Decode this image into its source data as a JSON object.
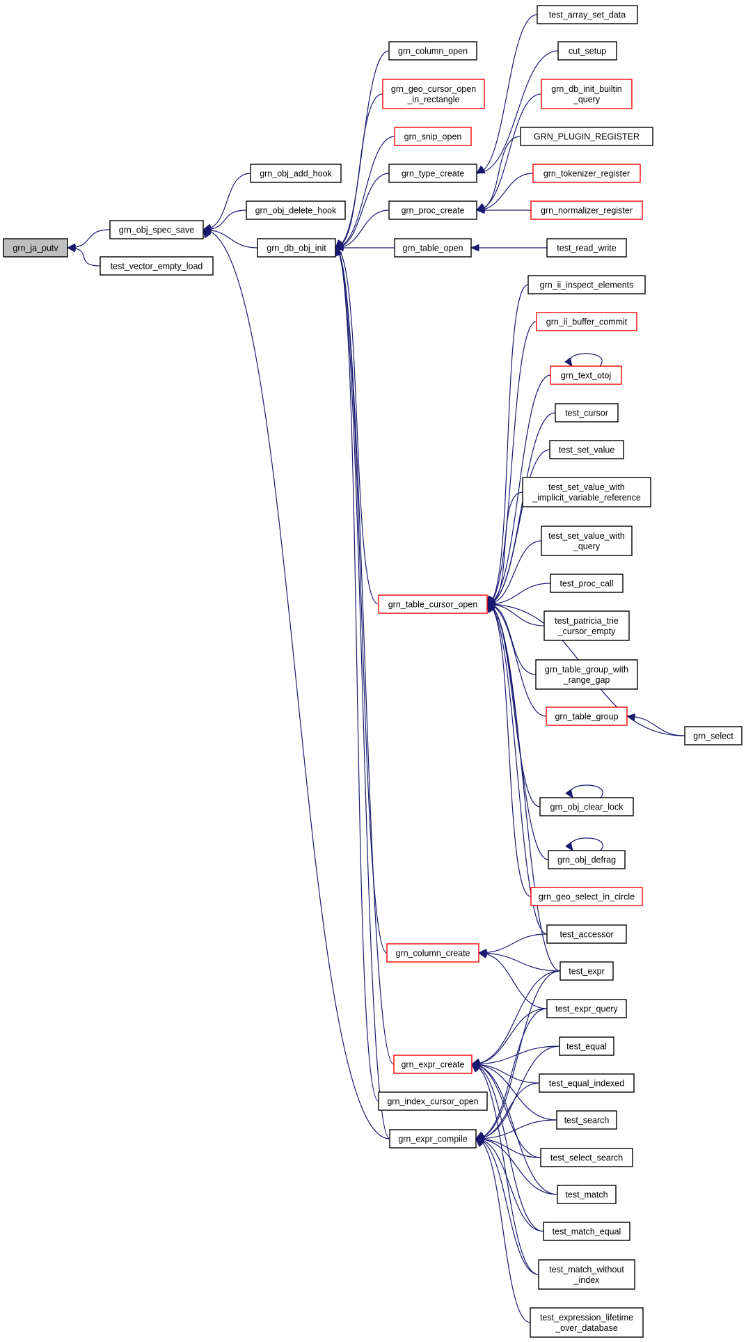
{
  "colors": {
    "edge": "#191970",
    "node_border": "#000000",
    "highlight_border": "#ff0000",
    "root_fill": "#bfbfbf"
  },
  "nodes": [
    {
      "id": "grn_ja_putv",
      "lines": [
        "grn_ja_putv"
      ],
      "style": "root"
    },
    {
      "id": "grn_obj_spec_save",
      "lines": [
        "grn_obj_spec_save"
      ]
    },
    {
      "id": "test_vector_empty_load",
      "lines": [
        "test_vector_empty_load"
      ]
    },
    {
      "id": "grn_obj_add_hook",
      "lines": [
        "grn_obj_add_hook"
      ]
    },
    {
      "id": "grn_obj_delete_hook",
      "lines": [
        "grn_obj_delete_hook"
      ]
    },
    {
      "id": "grn_db_obj_init",
      "lines": [
        "grn_db_obj_init"
      ]
    },
    {
      "id": "grn_column_open",
      "lines": [
        "grn_column_open"
      ]
    },
    {
      "id": "grn_geo_cursor_open_in_rectangle",
      "lines": [
        "grn_geo_cursor_open",
        "_in_rectangle"
      ],
      "style": "red"
    },
    {
      "id": "grn_snip_open",
      "lines": [
        "grn_snip_open"
      ],
      "style": "red"
    },
    {
      "id": "grn_type_create",
      "lines": [
        "grn_type_create"
      ]
    },
    {
      "id": "grn_proc_create",
      "lines": [
        "grn_proc_create"
      ]
    },
    {
      "id": "grn_table_open",
      "lines": [
        "grn_table_open"
      ]
    },
    {
      "id": "test_array_set_data",
      "lines": [
        "test_array_set_data"
      ]
    },
    {
      "id": "cut_setup",
      "lines": [
        "cut_setup"
      ]
    },
    {
      "id": "grn_db_init_builtin_query",
      "lines": [
        "grn_db_init_builtin",
        "_query"
      ],
      "style": "red"
    },
    {
      "id": "GRN_PLUGIN_REGISTER",
      "lines": [
        "GRN_PLUGIN_REGISTER"
      ]
    },
    {
      "id": "grn_tokenizer_register",
      "lines": [
        "grn_tokenizer_register"
      ],
      "style": "red"
    },
    {
      "id": "grn_normalizer_register",
      "lines": [
        "grn_normalizer_register"
      ],
      "style": "red"
    },
    {
      "id": "test_read_write",
      "lines": [
        "test_read_write"
      ]
    },
    {
      "id": "grn_ii_inspect_elements",
      "lines": [
        "grn_ii_inspect_elements"
      ]
    },
    {
      "id": "grn_ii_buffer_commit",
      "lines": [
        "grn_ii_buffer_commit"
      ],
      "style": "red"
    },
    {
      "id": "grn_text_otoj",
      "lines": [
        "grn_text_otoj"
      ],
      "style": "red"
    },
    {
      "id": "test_cursor",
      "lines": [
        "test_cursor"
      ]
    },
    {
      "id": "test_set_value",
      "lines": [
        "test_set_value"
      ]
    },
    {
      "id": "test_set_value_with_implicit",
      "lines": [
        "test_set_value_with",
        "_implicit_variable_reference"
      ]
    },
    {
      "id": "test_set_value_with_query",
      "lines": [
        "test_set_value_with",
        "_query"
      ]
    },
    {
      "id": "grn_table_cursor_open",
      "lines": [
        "grn_table_cursor_open"
      ],
      "style": "red"
    },
    {
      "id": "test_proc_call",
      "lines": [
        "test_proc_call"
      ]
    },
    {
      "id": "test_patricia_trie_cursor_empty",
      "lines": [
        "test_patricia_trie",
        "_cursor_empty"
      ]
    },
    {
      "id": "grn_table_group_with_range_gap",
      "lines": [
        "grn_table_group_with",
        "_range_gap"
      ]
    },
    {
      "id": "grn_table_group",
      "lines": [
        "grn_table_group"
      ],
      "style": "red"
    },
    {
      "id": "grn_select",
      "lines": [
        "grn_select"
      ]
    },
    {
      "id": "grn_obj_clear_lock",
      "lines": [
        "grn_obj_clear_lock"
      ]
    },
    {
      "id": "grn_obj_defrag",
      "lines": [
        "grn_obj_defrag"
      ]
    },
    {
      "id": "grn_geo_select_in_circle",
      "lines": [
        "grn_geo_select_in_circle"
      ],
      "style": "red"
    },
    {
      "id": "test_accessor",
      "lines": [
        "test_accessor"
      ]
    },
    {
      "id": "grn_column_create",
      "lines": [
        "grn_column_create"
      ],
      "style": "red"
    },
    {
      "id": "test_expr",
      "lines": [
        "test_expr"
      ]
    },
    {
      "id": "test_expr_query",
      "lines": [
        "test_expr_query"
      ]
    },
    {
      "id": "grn_expr_create",
      "lines": [
        "grn_expr_create"
      ],
      "style": "red"
    },
    {
      "id": "test_equal",
      "lines": [
        "test_equal"
      ]
    },
    {
      "id": "test_equal_indexed",
      "lines": [
        "test_equal_indexed"
      ]
    },
    {
      "id": "grn_index_cursor_open",
      "lines": [
        "grn_index_cursor_open"
      ]
    },
    {
      "id": "test_search",
      "lines": [
        "test_search"
      ]
    },
    {
      "id": "grn_expr_compile",
      "lines": [
        "grn_expr_compile"
      ]
    },
    {
      "id": "test_select_search",
      "lines": [
        "test_select_search"
      ]
    },
    {
      "id": "test_match",
      "lines": [
        "test_match"
      ]
    },
    {
      "id": "test_match_equal",
      "lines": [
        "test_match_equal"
      ]
    },
    {
      "id": "test_match_without_index",
      "lines": [
        "test_match_without",
        "_index"
      ]
    },
    {
      "id": "test_expression_lifetime_over_database",
      "lines": [
        "test_expression_lifetime",
        "_over_database"
      ]
    }
  ],
  "edges": [
    {
      "from": "grn_obj_spec_save",
      "to": "grn_ja_putv"
    },
    {
      "from": "test_vector_empty_load",
      "to": "grn_ja_putv"
    },
    {
      "from": "grn_obj_add_hook",
      "to": "grn_obj_spec_save"
    },
    {
      "from": "grn_obj_delete_hook",
      "to": "grn_obj_spec_save"
    },
    {
      "from": "grn_db_obj_init",
      "to": "grn_obj_spec_save"
    },
    {
      "from": "grn_expr_compile",
      "to": "grn_obj_spec_save"
    },
    {
      "from": "grn_column_open",
      "to": "grn_db_obj_init"
    },
    {
      "from": "grn_geo_cursor_open_in_rectangle",
      "to": "grn_db_obj_init"
    },
    {
      "from": "grn_snip_open",
      "to": "grn_db_obj_init"
    },
    {
      "from": "grn_type_create",
      "to": "grn_db_obj_init"
    },
    {
      "from": "grn_proc_create",
      "to": "grn_db_obj_init"
    },
    {
      "from": "grn_table_open",
      "to": "grn_db_obj_init"
    },
    {
      "from": "grn_table_cursor_open",
      "to": "grn_db_obj_init"
    },
    {
      "from": "grn_column_create",
      "to": "grn_db_obj_init"
    },
    {
      "from": "grn_expr_create",
      "to": "grn_db_obj_init"
    },
    {
      "from": "grn_index_cursor_open",
      "to": "grn_db_obj_init"
    },
    {
      "from": "grn_expr_compile",
      "to": "grn_db_obj_init"
    },
    {
      "from": "test_array_set_data",
      "to": "grn_type_create"
    },
    {
      "from": "cut_setup",
      "to": "grn_type_create"
    },
    {
      "from": "grn_db_init_builtin_query",
      "to": "grn_proc_create"
    },
    {
      "from": "GRN_PLUGIN_REGISTER",
      "to": "grn_proc_create"
    },
    {
      "from": "grn_tokenizer_register",
      "to": "grn_proc_create"
    },
    {
      "from": "grn_normalizer_register",
      "to": "grn_proc_create"
    },
    {
      "from": "test_read_write",
      "to": "grn_table_open"
    },
    {
      "from": "grn_ii_inspect_elements",
      "to": "grn_table_cursor_open"
    },
    {
      "from": "grn_ii_buffer_commit",
      "to": "grn_table_cursor_open"
    },
    {
      "from": "grn_text_otoj",
      "to": "grn_table_cursor_open"
    },
    {
      "from": "test_cursor",
      "to": "grn_table_cursor_open"
    },
    {
      "from": "test_set_value",
      "to": "grn_table_cursor_open"
    },
    {
      "from": "test_set_value_with_implicit",
      "to": "grn_table_cursor_open"
    },
    {
      "from": "test_set_value_with_query",
      "to": "grn_table_cursor_open"
    },
    {
      "from": "test_proc_call",
      "to": "grn_table_cursor_open"
    },
    {
      "from": "test_patricia_trie_cursor_empty",
      "to": "grn_table_cursor_open"
    },
    {
      "from": "grn_table_group_with_range_gap",
      "to": "grn_table_cursor_open"
    },
    {
      "from": "grn_table_group",
      "to": "grn_table_cursor_open"
    },
    {
      "from": "grn_select",
      "to": "grn_table_cursor_open"
    },
    {
      "from": "grn_obj_clear_lock",
      "to": "grn_table_cursor_open"
    },
    {
      "from": "grn_obj_defrag",
      "to": "grn_table_cursor_open"
    },
    {
      "from": "grn_geo_select_in_circle",
      "to": "grn_table_cursor_open"
    },
    {
      "from": "test_accessor",
      "to": "grn_table_cursor_open"
    },
    {
      "from": "test_expr",
      "to": "grn_table_cursor_open"
    },
    {
      "from": "grn_select",
      "to": "grn_table_group"
    },
    {
      "from": "grn_text_otoj",
      "to": "grn_text_otoj"
    },
    {
      "from": "grn_obj_clear_lock",
      "to": "grn_obj_clear_lock"
    },
    {
      "from": "grn_obj_defrag",
      "to": "grn_obj_defrag"
    },
    {
      "from": "test_accessor",
      "to": "grn_column_create"
    },
    {
      "from": "test_expr",
      "to": "grn_column_create"
    },
    {
      "from": "test_expr_query",
      "to": "grn_column_create"
    },
    {
      "from": "test_expr",
      "to": "grn_expr_create"
    },
    {
      "from": "test_expr_query",
      "to": "grn_expr_create"
    },
    {
      "from": "test_equal",
      "to": "grn_expr_create"
    },
    {
      "from": "test_equal_indexed",
      "to": "grn_expr_create"
    },
    {
      "from": "test_search",
      "to": "grn_expr_create"
    },
    {
      "from": "test_select_search",
      "to": "grn_expr_create"
    },
    {
      "from": "test_match",
      "to": "grn_expr_create"
    },
    {
      "from": "test_match_equal",
      "to": "grn_expr_create"
    },
    {
      "from": "test_match_without_index",
      "to": "grn_expr_create"
    },
    {
      "from": "test_expr",
      "to": "grn_expr_compile"
    },
    {
      "from": "test_expr_query",
      "to": "grn_expr_compile"
    },
    {
      "from": "test_equal",
      "to": "grn_expr_compile"
    },
    {
      "from": "test_equal_indexed",
      "to": "grn_expr_compile"
    },
    {
      "from": "test_search",
      "to": "grn_expr_compile"
    },
    {
      "from": "test_select_search",
      "to": "grn_expr_compile"
    },
    {
      "from": "test_match",
      "to": "grn_expr_compile"
    },
    {
      "from": "test_match_equal",
      "to": "grn_expr_compile"
    },
    {
      "from": "test_match_without_index",
      "to": "grn_expr_compile"
    },
    {
      "from": "test_expression_lifetime_over_database",
      "to": "grn_expr_compile"
    }
  ]
}
